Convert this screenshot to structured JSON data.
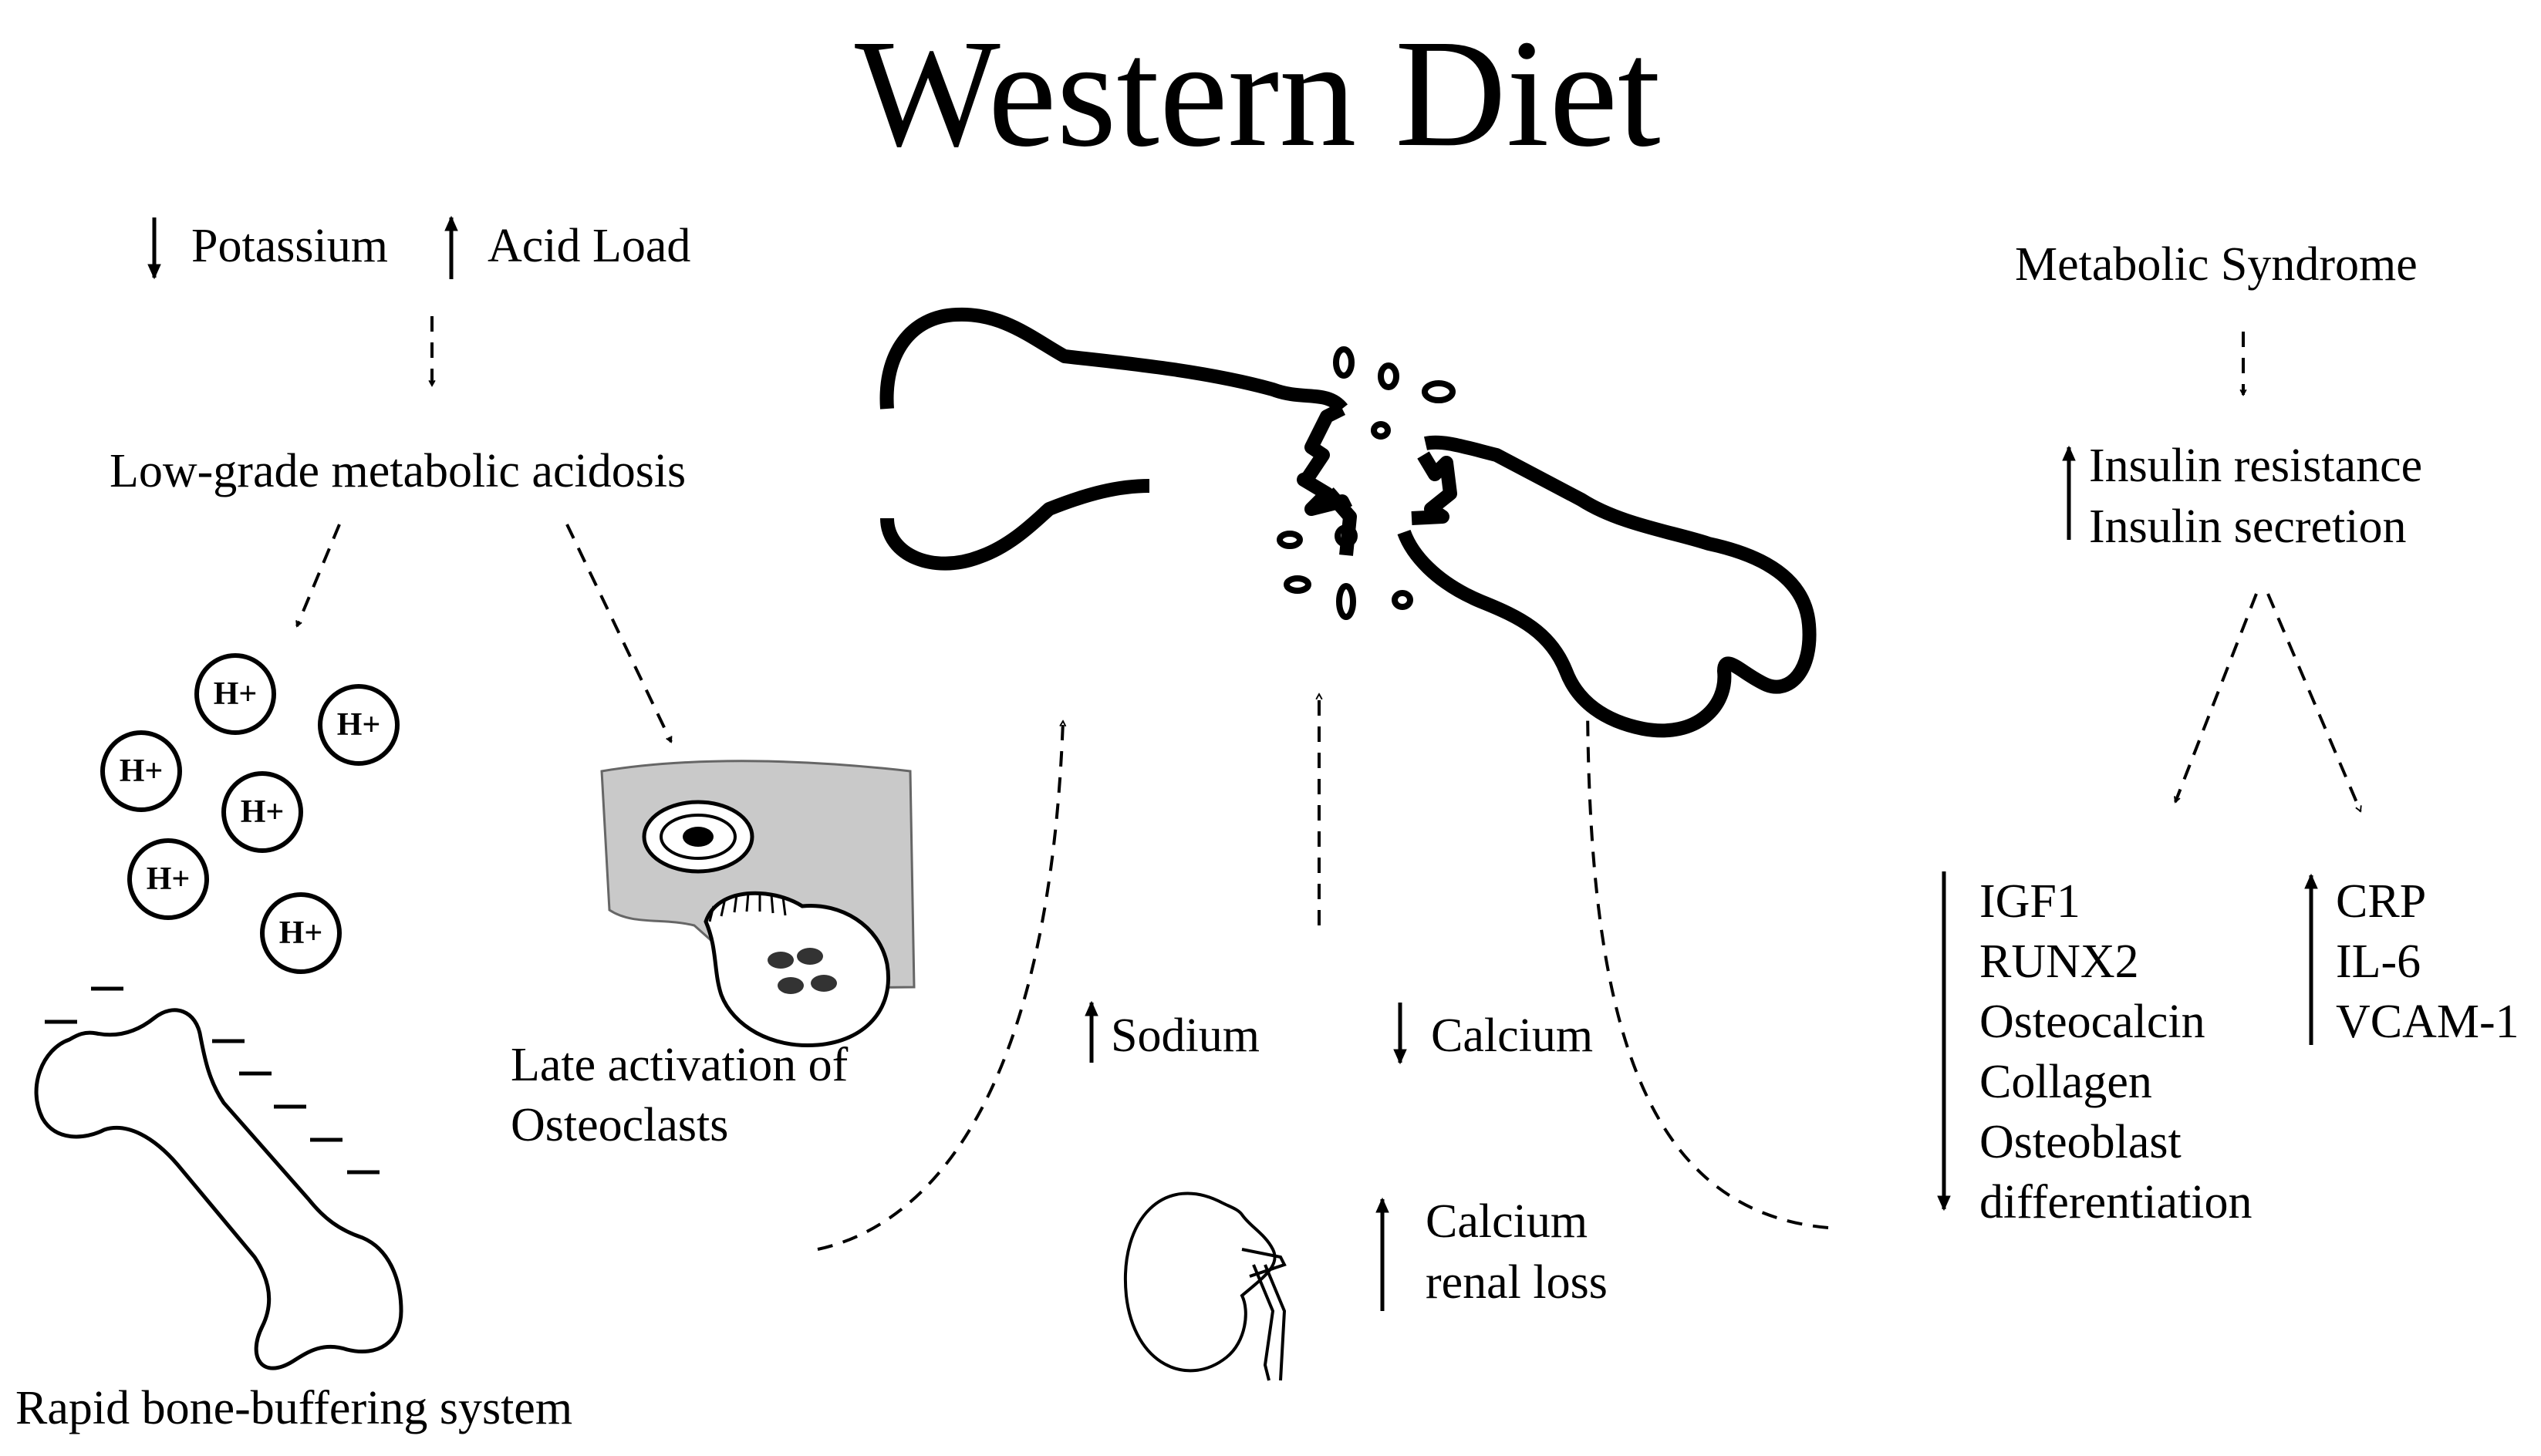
{
  "title": "Western Diet",
  "left_branch": {
    "potassium": "Potassium",
    "acid_load": "Acid Load",
    "acidosis": "Low-grade metabolic acidosis",
    "proton_label": "H+",
    "osteoclast_label_1": "Late activation of",
    "osteoclast_label_2": "Osteoclasts",
    "buffering": "Rapid bone-buffering system"
  },
  "center_branch": {
    "sodium": "Sodium",
    "calcium": "Calcium",
    "renal_loss_1": "Calcium",
    "renal_loss_2": "renal loss"
  },
  "right_branch": {
    "syndrome": "Metabolic Syndrome",
    "insulin_resistance": "Insulin resistance",
    "insulin_secretion": "Insulin secretion",
    "decreased": [
      "IGF1",
      "RUNX2",
      "Osteocalcin",
      "Collagen",
      "Osteoblast",
      "differentiation"
    ],
    "increased": [
      "CRP",
      "IL-6",
      "VCAM-1"
    ]
  },
  "icons": [
    "fractured-bone-icon",
    "bone-icon",
    "kidney-icon",
    "osteoclast-icon",
    "proton-icon"
  ]
}
